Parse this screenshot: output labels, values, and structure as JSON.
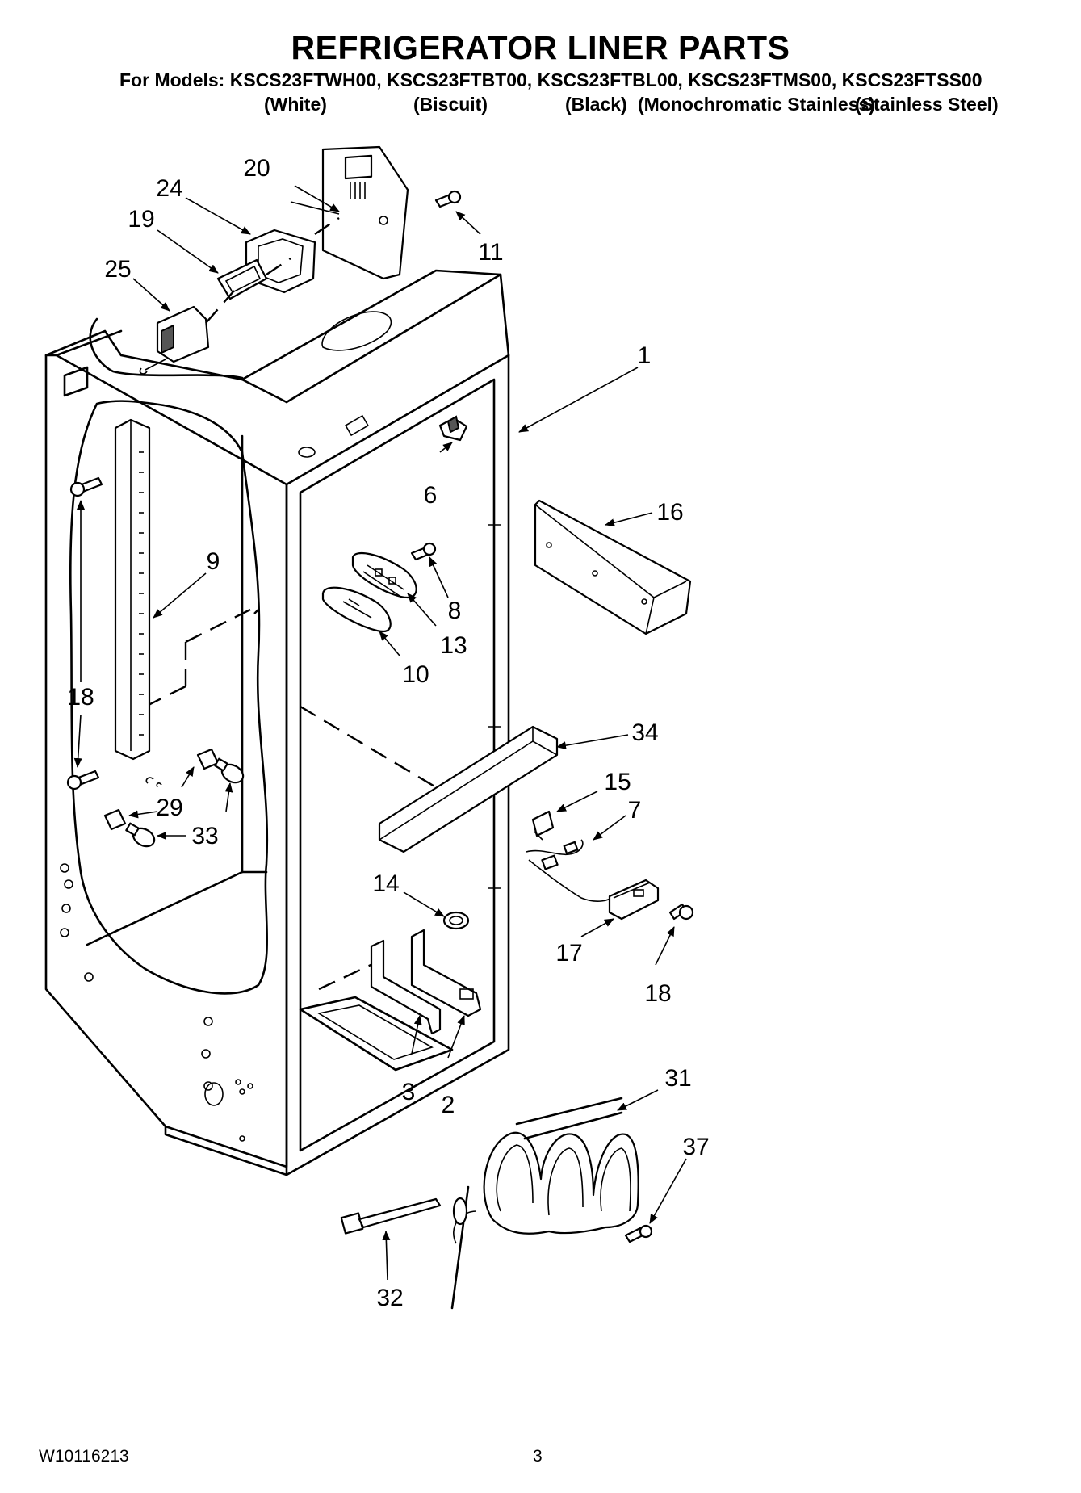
{
  "header": {
    "title": "REFRIGERATOR LINER PARTS",
    "models_line": "For Models: KSCS23FTWH00, KSCS23FTBT00, KSCS23FTBL00, KSCS23FTMS00, KSCS23FTSS00",
    "finishes": [
      "(White)",
      "(Biscuit)",
      "(Black)",
      "(Monochromatic Stainless)",
      "(Stainless Steel)"
    ]
  },
  "callouts": {
    "c1": "1",
    "c2": "2",
    "c3": "3",
    "c6": "6",
    "c7": "7",
    "c8": "8",
    "c9": "9",
    "c10": "10",
    "c11": "11",
    "c13": "13",
    "c14": "14",
    "c15": "15",
    "c16": "16",
    "c17": "17",
    "c18a": "18",
    "c18b": "18",
    "c19": "19",
    "c20": "20",
    "c24": "24",
    "c25": "25",
    "c29": "29",
    "c31": "31",
    "c32": "32",
    "c33": "33",
    "c34": "34",
    "c37": "37"
  },
  "footer": {
    "doc_number": "W10116213",
    "page_number": "3"
  }
}
